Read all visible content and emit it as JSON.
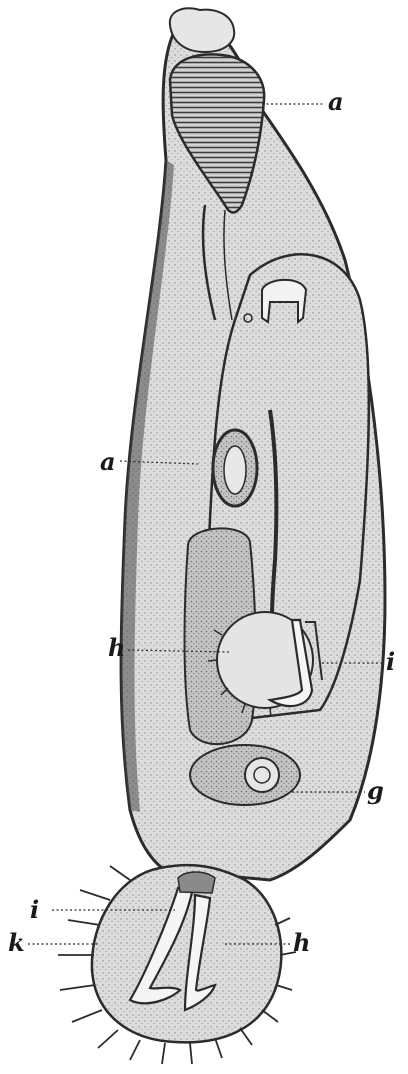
{
  "labels": {
    "a_top": "a",
    "a_mid": "a",
    "h_left": "h",
    "i_right": "i",
    "g": "g",
    "i_left": "i",
    "k": "k",
    "h_bottom": "h"
  },
  "colors": {
    "ink": "#2b2b2b",
    "body_fill": "#d9d9d9",
    "organ_fill": "#c6c6c6",
    "background": "#ffffff"
  }
}
